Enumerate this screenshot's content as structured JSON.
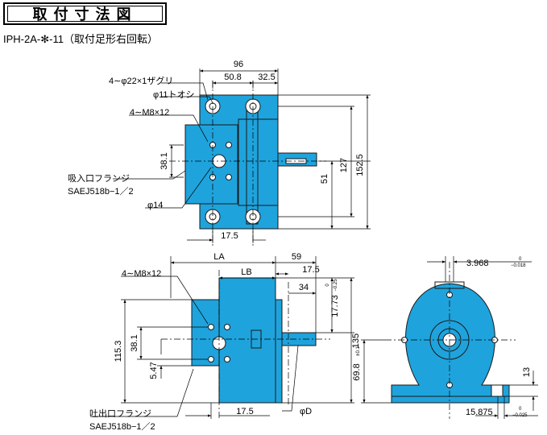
{
  "header": {
    "title": "取付寸法図",
    "subtitle": "IPH-2A-✻-11（取付足形右回転）"
  },
  "colors": {
    "body": "#1fa3dc",
    "outline": "#1a1a1a",
    "dim": "#000000"
  },
  "top_view": {
    "labels": {
      "counterbore": "4∼φ22×1ザグリ",
      "thru_hole": "φ11トオシ",
      "tap": "4∼M8×12",
      "suction_flange": "吸入口フランジ",
      "suction_std": "SAEJ518b−1／2",
      "port_dia": "φ14"
    },
    "dims": {
      "width": "96",
      "d50": "50.8",
      "d32": "32.5",
      "d38": "38.1",
      "d51": "51",
      "d127": "127",
      "d152": "152.5",
      "d17": "17.5"
    }
  },
  "front_view": {
    "labels": {
      "tap": "4∼M8×12",
      "discharge_flange": "吐出口フランジ",
      "discharge_std": "SAEJ518b−1／2",
      "shaft_dia": "φD"
    },
    "dims": {
      "la": "LA",
      "lb": "LB",
      "d59": "59",
      "d17a": "17.5",
      "d34": "34",
      "d17_73": "17.73",
      "tol_17_73_up": "0",
      "tol_17_73_lo": "−0.25",
      "d135": "135",
      "d115": "115.3",
      "d38": "38.1",
      "d5_47": "5.47",
      "d17b": "17.5"
    }
  },
  "side_view": {
    "dims": {
      "key": "3.968",
      "key_tol_up": "0",
      "key_tol_lo": "−0.018",
      "shaft_h": "69.8",
      "shaft_h_tol": "±0.1",
      "d13": "13",
      "keyway": "15.875",
      "keyway_tol_up": "0",
      "keyway_tol_lo": "−0.025"
    }
  }
}
